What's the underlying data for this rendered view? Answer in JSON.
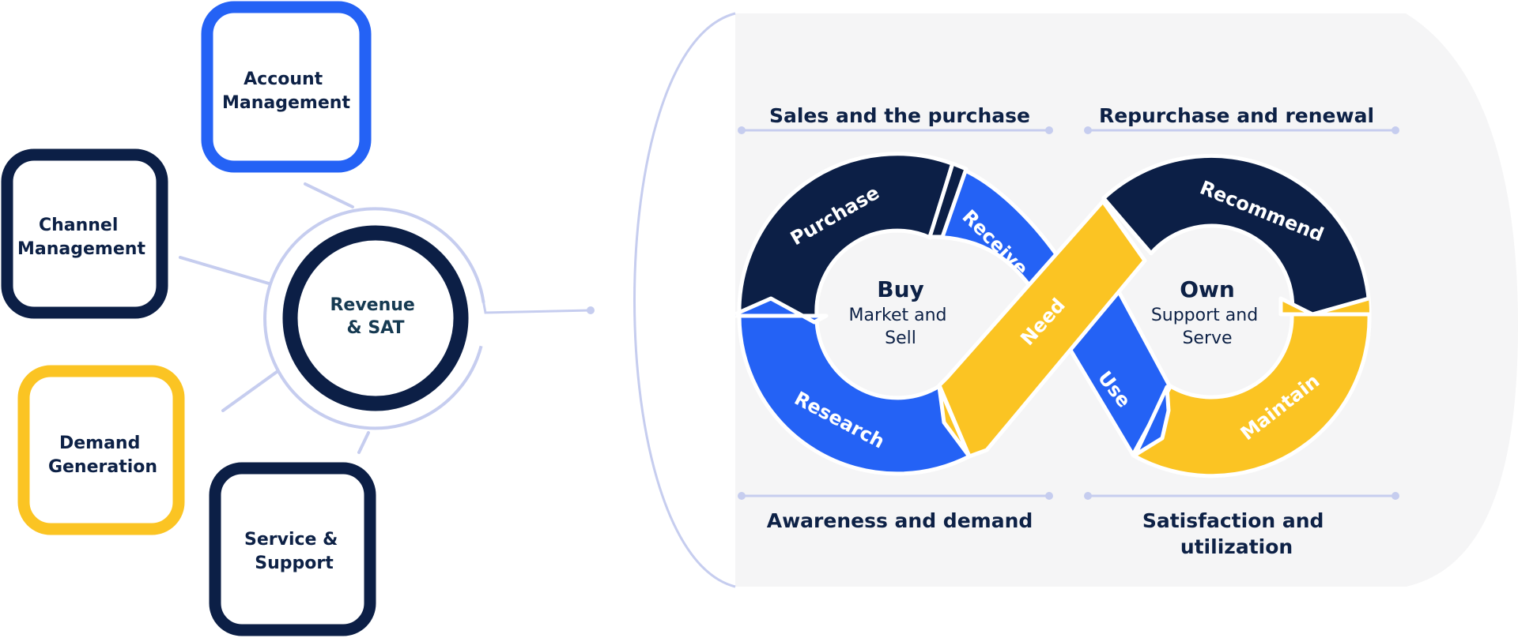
{
  "colors": {
    "navy": "#0c1f46",
    "blue": "#2462f5",
    "yellow": "#fbc423",
    "lavender": "#c6cdef",
    "panel": "#f5f5f6"
  },
  "functions": [
    {
      "id": "account",
      "line1": "Account",
      "line2": "Management",
      "color": "blue"
    },
    {
      "id": "channel",
      "line1": "Channel",
      "line2": "Management",
      "color": "navy"
    },
    {
      "id": "demand",
      "line1": "Demand",
      "line2": "Generation",
      "color": "yellow"
    },
    {
      "id": "service",
      "line1": "Service &",
      "line2": "Support",
      "color": "navy"
    }
  ],
  "core": {
    "line1": "Revenue",
    "line2": "& SAT"
  },
  "phases": {
    "top_left": "Sales and the purchase",
    "top_right": "Repurchase and renewal",
    "bottom_left": "Awareness and demand",
    "bottom_right_1": "Satisfaction and",
    "bottom_right_2": "utilization"
  },
  "stages": {
    "purchase": "Purchase",
    "receive": "Receive",
    "research": "Research",
    "need": "Need",
    "use": "Use",
    "recommend": "Recommend",
    "maintain": "Maintain"
  },
  "centers": {
    "buy": {
      "title": "Buy",
      "line1": "Market and",
      "line2": "Sell"
    },
    "own": {
      "title": "Own",
      "line1": "Support and",
      "line2": "Serve"
    }
  }
}
